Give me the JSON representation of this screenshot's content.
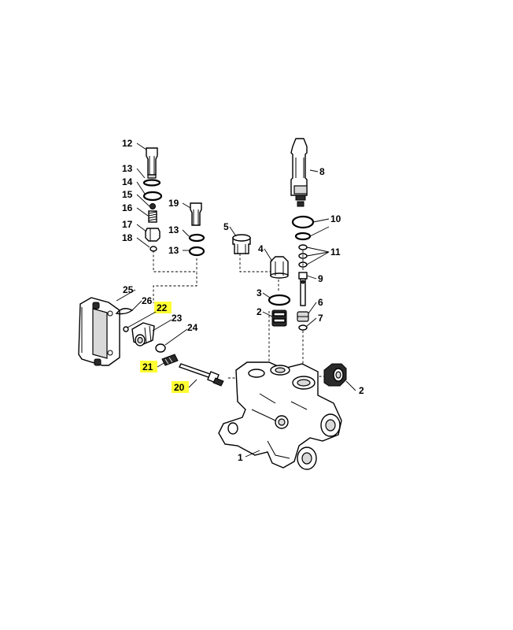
{
  "highlight_color": "#ffff33",
  "callouts": {
    "p1": "1",
    "p2a": "2",
    "p2b": "2",
    "p3": "3",
    "p4": "4",
    "p5": "5",
    "p6": "6",
    "p7": "7",
    "p8": "8",
    "p9": "9",
    "p10": "10",
    "p11": "11",
    "p12": "12",
    "p13a": "13",
    "p13b": "13",
    "p13c": "13",
    "p14": "14",
    "p15": "15",
    "p16": "16",
    "p17": "17",
    "p18": "18",
    "p19": "19",
    "p20": "20",
    "p21": "21",
    "p22": "22",
    "p23": "23",
    "p24": "24",
    "p25": "25",
    "p26": "26"
  }
}
